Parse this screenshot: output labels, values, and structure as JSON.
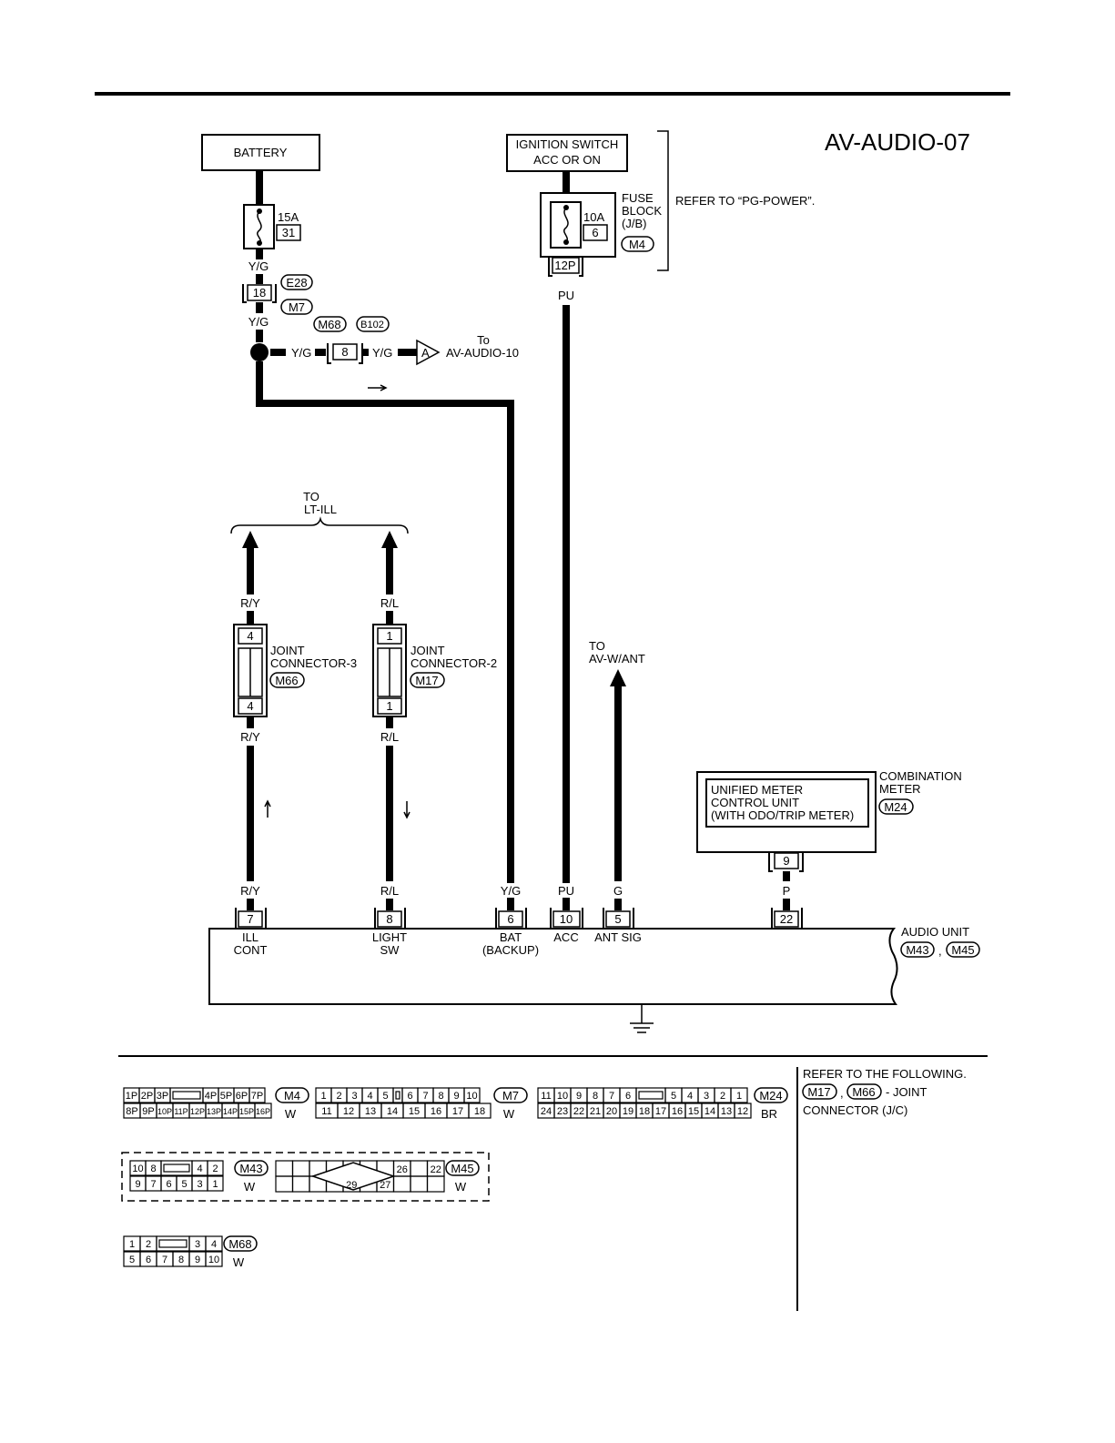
{
  "title": "AV-AUDIO-07",
  "power": {
    "battery": "BATTERY",
    "fuse_15a": "15A",
    "fuse_15a_no": "31",
    "ign_line1": "IGNITION SWITCH",
    "ign_line2": "ACC OR ON",
    "fuse_10a": "10A",
    "fuse_10a_no": "6",
    "fuse_block_l1": "FUSE",
    "fuse_block_l2": "BLOCK",
    "fuse_block_l3": "(J/B)",
    "fuse_block_conn": "M4",
    "fuse_block_pin": "12P",
    "refer_note": "REFER TO “PG-POWER”."
  },
  "wires": {
    "yg": "Y/G",
    "pu": "PU",
    "ry": "R/Y",
    "rl": "R/L",
    "g": "G",
    "p": "P"
  },
  "connectors": {
    "e28": "E28",
    "m7": "M7",
    "pin18": "18",
    "m68": "M68",
    "b102": "B102",
    "pin8": "8",
    "offpage_letter": "A",
    "to": "To",
    "to_ref": "AV-AUDIO-10"
  },
  "lt_ill": {
    "to": "TO",
    "ref": "LT-ILL"
  },
  "jc3": {
    "pin": "4",
    "l1": "JOINT",
    "l2": "CONNECTOR-3",
    "conn": "M66"
  },
  "jc2": {
    "pin": "1",
    "l1": "JOINT",
    "l2": "CONNECTOR-2",
    "conn": "M17"
  },
  "ant": {
    "to": "TO",
    "ref": "AV-W/ANT"
  },
  "meter": {
    "l1": "UNIFIED METER",
    "l2": "CONTROL UNIT",
    "l3": "(WITH ODO/TRIP METER)",
    "pin": "9",
    "name_l1": "COMBINATION",
    "name_l2": "METER",
    "conn": "M24"
  },
  "audio": {
    "pins": [
      "7",
      "8",
      "6",
      "10",
      "5",
      "22"
    ],
    "label_ill_1": "ILL",
    "label_ill_2": "CONT",
    "label_light_1": "LIGHT",
    "label_light_2": "SW",
    "label_bat_1": "BAT",
    "label_bat_2": "(BACKUP)",
    "label_acc": "ACC",
    "label_ant": "ANT SIG",
    "name": "AUDIO UNIT",
    "conn1": "M43",
    "comma": ",",
    "conn2": "M45"
  },
  "faces": {
    "m4_top": [
      "1P",
      "2P",
      "3P",
      "",
      "4P",
      "5P",
      "6P",
      "7P"
    ],
    "m4_bot": [
      "8P",
      "9P",
      "10P",
      "11P",
      "12P",
      "13P",
      "14P",
      "15P",
      "16P"
    ],
    "m4_name": "M4",
    "m4_color": "W",
    "m7_top": [
      "1",
      "2",
      "3",
      "4",
      "5",
      "",
      "6",
      "7",
      "8",
      "9",
      "10"
    ],
    "m7_bot": [
      "11",
      "12",
      "13",
      "14",
      "15",
      "16",
      "17",
      "18"
    ],
    "m7_name": "M7",
    "m7_color": "W",
    "m24_top": [
      "11",
      "10",
      "9",
      "8",
      "7",
      "6",
      "",
      "5",
      "4",
      "3",
      "2",
      "1"
    ],
    "m24_bot": [
      "24",
      "23",
      "22",
      "21",
      "20",
      "19",
      "18",
      "17",
      "16",
      "15",
      "14",
      "13",
      "12"
    ],
    "m24_name": "M24",
    "m24_color": "BR",
    "m43_top": [
      "10",
      "8",
      "",
      "4",
      "2"
    ],
    "m43_bot": [
      "9",
      "7",
      "6",
      "5",
      "3",
      "1"
    ],
    "m43_name": "M43",
    "m43_color": "W",
    "m45_top": [
      "26",
      "22"
    ],
    "m45_bot": [
      "29",
      "27"
    ],
    "m45_name": "M45",
    "m45_color": "W",
    "m68_top": [
      "1",
      "2",
      "",
      "3",
      "4"
    ],
    "m68_bot": [
      "5",
      "6",
      "7",
      "8",
      "9",
      "10"
    ],
    "m68_name": "M68",
    "m68_color": "W"
  },
  "refer_following": {
    "l1": "REFER TO THE FOLLOWING.",
    "conn1": "M17",
    "comma": ",",
    "conn2": "M66",
    "l2_suffix": "- JOINT",
    "l3": "CONNECTOR (J/C)"
  }
}
